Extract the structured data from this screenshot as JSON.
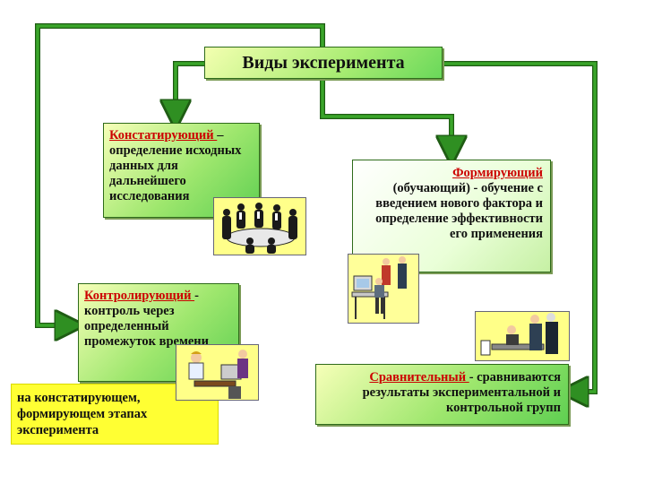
{
  "title": "Виды эксперимента",
  "boxes": {
    "konst": {
      "lead": "Констатирующий ",
      "rest": "– определение исходных данных для дальнейшего исследования"
    },
    "form": {
      "lead": "Формирующий",
      "rest": "(обучающий) - обучение с введением нового фактора и определение эффективности его применения"
    },
    "kontr": {
      "lead": "Контролирующий ",
      "rest": "- контроль через определенный промежуток времени"
    },
    "sravn": {
      "lead": "Сравнительный ",
      "rest": "- сравниваются результаты экспериментальной и контрольной групп"
    },
    "note": "на констатирующем, формирующем этапах эксперимента"
  },
  "icons": [
    "meeting-clipart",
    "office-workers-clipart",
    "teacher-desk-clipart",
    "businessmen-clipart"
  ],
  "colors": {
    "arrow": "#3aa52a",
    "arrow_dark": "#1f5c14",
    "lead_text": "#cc0000",
    "note_bg": "#ffff33"
  }
}
